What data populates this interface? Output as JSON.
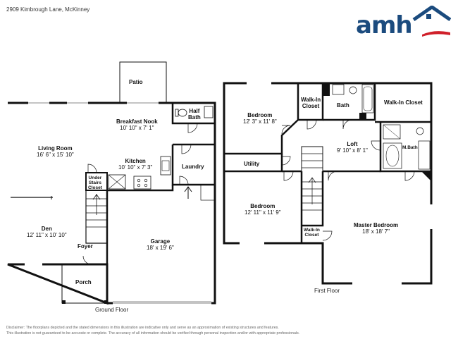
{
  "address": "2909 Kimbrough Lane, McKinney",
  "logo": {
    "text": "amh",
    "colors": {
      "text": "#1b4b7e",
      "swoosh": "#d0202a",
      "roof": "#1b4b7e"
    },
    "icon": "house-roof-icon"
  },
  "ground_floor": {
    "label": "Ground Floor",
    "rooms": {
      "patio": {
        "name": "Patio"
      },
      "half_bath": {
        "name": "Half",
        "name2": "Bath"
      },
      "breakfast_nook": {
        "name": "Breakfast Nook",
        "dims": "10' 10\" x 7' 1\""
      },
      "living_room": {
        "name": "Living Room",
        "dims": "16' 6\" x 15' 10\""
      },
      "kitchen": {
        "name": "Kitchen",
        "dims": "10' 10\" x 7' 3\""
      },
      "laundry": {
        "name": "Laundry"
      },
      "under_stairs": {
        "line1": "Under",
        "line2": "Stairs",
        "line3": "Closet"
      },
      "den": {
        "name": "Den",
        "dims": "12' 11\" x 10' 10\""
      },
      "foyer": {
        "name": "Foyer"
      },
      "garage": {
        "name": "Garage",
        "dims": "18' x 19' 6\""
      },
      "porch": {
        "name": "Porch"
      }
    }
  },
  "first_floor": {
    "label": "First Floor",
    "rooms": {
      "bedroom_top": {
        "name": "Bedroom",
        "dims": "12' 3\" x 11' 8\""
      },
      "walkin_top": {
        "line1": "Walk-In",
        "line2": "Closet"
      },
      "bath": {
        "name": "Bath"
      },
      "walkin_master": {
        "name": "Walk-In Closet"
      },
      "loft": {
        "name": "Loft",
        "dims": "9' 10\" x 8' 1\""
      },
      "mbath": {
        "name": "M.Bath"
      },
      "utility": {
        "name": "Utility"
      },
      "bedroom_bottom": {
        "name": "Bedroom",
        "dims": "12' 11\" x 11' 9\""
      },
      "walkin_small": {
        "line1": "Walk-In",
        "line2": "Closet"
      },
      "master_bedroom": {
        "name": "Master Bedroom",
        "dims": "18' x 18' 7\""
      }
    }
  },
  "disclaimer": {
    "line1": "Disclaimer: The floorplans depicted and the stated dimensions in this illustration are indicative only and serve as an approximation of existing structures and features.",
    "line2": "This illustration is not guaranteed to be accurate or complete. The accuracy of all information should be verified through personal inspection and/or with appropriate professionals."
  }
}
